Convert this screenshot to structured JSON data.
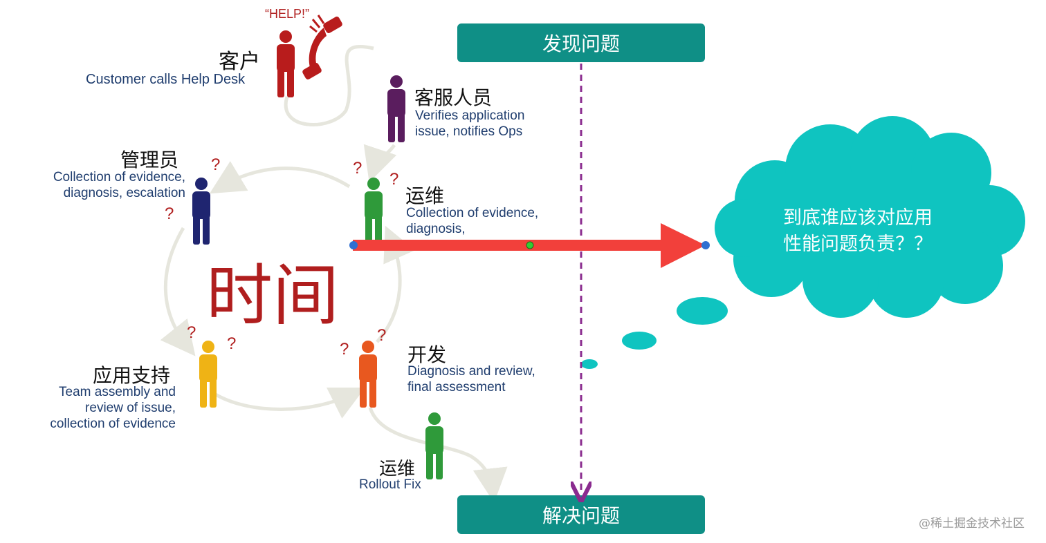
{
  "banners": {
    "top": "发现问题",
    "bottom": "解决问题"
  },
  "center_label": "时间",
  "help_text": "“HELP!”",
  "cloud_question": "到底谁应该对应用性能问题负责？？",
  "roles": {
    "customer": {
      "title": "客户",
      "desc": "Customer calls Help Desk",
      "color": "#b81c1c"
    },
    "service": {
      "title": "客服人员",
      "desc1": "Verifies application",
      "desc2": "issue, notifies Ops",
      "color": "#5a1d5e"
    },
    "admin": {
      "title": "管理员",
      "desc1": "Collection of evidence,",
      "desc2": "diagnosis, escalation",
      "color": "#1f2570"
    },
    "ops": {
      "title": "运维",
      "desc1": "Collection of evidence,",
      "desc2": "diagnosis,",
      "color": "#2f9a3a"
    },
    "appsupport": {
      "title": "应用支持",
      "desc1": "Team assembly and",
      "desc2": "review of issue,",
      "desc3": "collection of evidence",
      "color": "#efb315"
    },
    "dev": {
      "title": "开发",
      "desc1": "Diagnosis and review,",
      "desc2": "final assessment",
      "color": "#e8581f"
    },
    "ops_rollout": {
      "title": "运维",
      "desc": "Rollout Fix",
      "color": "#2f9a3a"
    }
  },
  "question_mark": "?",
  "watermark": "@稀土掘金技术社区",
  "colors": {
    "banner": "#0f8f86",
    "cloud": "#0fc4c0",
    "arrow": "#f2403b",
    "dashed": "#8a2b8f",
    "red_text": "#b01e1e"
  }
}
